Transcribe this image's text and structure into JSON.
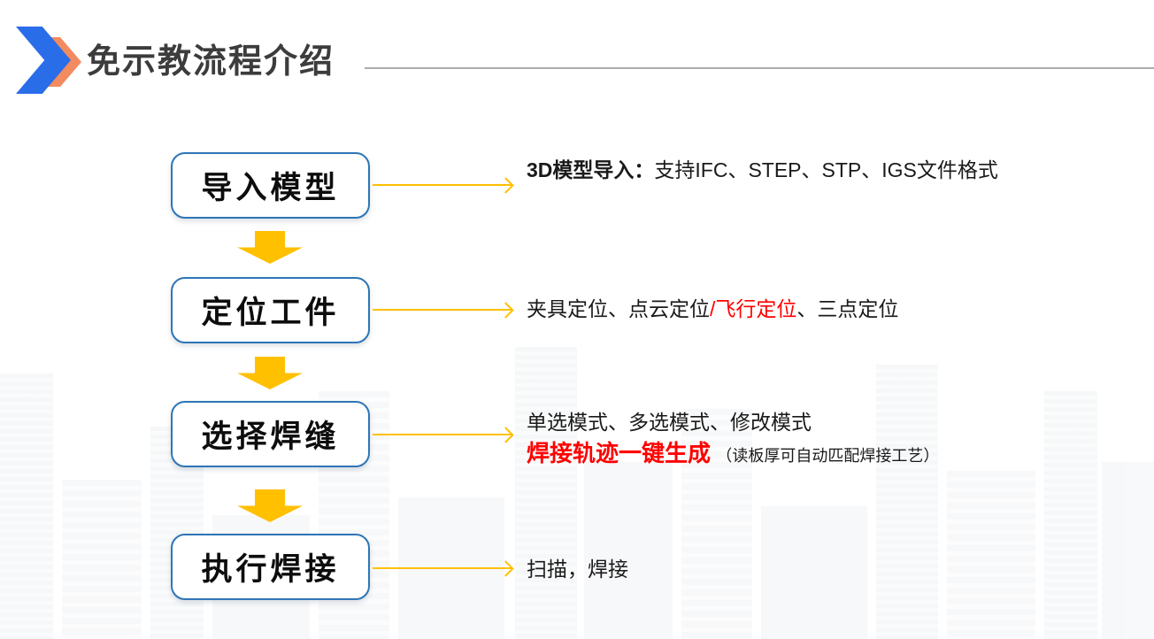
{
  "slide": {
    "title": "免示教流程介绍"
  },
  "colors": {
    "box_border_blue": "#2E75B6",
    "arrow_gold": "#FFC000",
    "highlight_red": "#FF0000",
    "icon_blue": "#2A6DE9",
    "icon_orange": "#F28B5F",
    "title_gray": "#3C3C3C",
    "rule_gray": "#ABABAB"
  },
  "steps": [
    {
      "label": "导入模型",
      "desc_title": "3D模型导入：",
      "desc_body": "支持IFC、STEP、STP、IGS文件格式"
    },
    {
      "label": "定位工件",
      "seg1": "夹具定位、点云定位",
      "seg_red": "/飞行定位",
      "seg2": "、三点定位"
    },
    {
      "label": "选择焊缝",
      "line1": "单选模式、多选模式、修改模式",
      "line2_red": "焊接轨迹一键生成",
      "line2_note": "（读板厚可自动匹配焊接工艺）"
    },
    {
      "label": "执行焊接",
      "desc": "扫描，焊接"
    }
  ]
}
